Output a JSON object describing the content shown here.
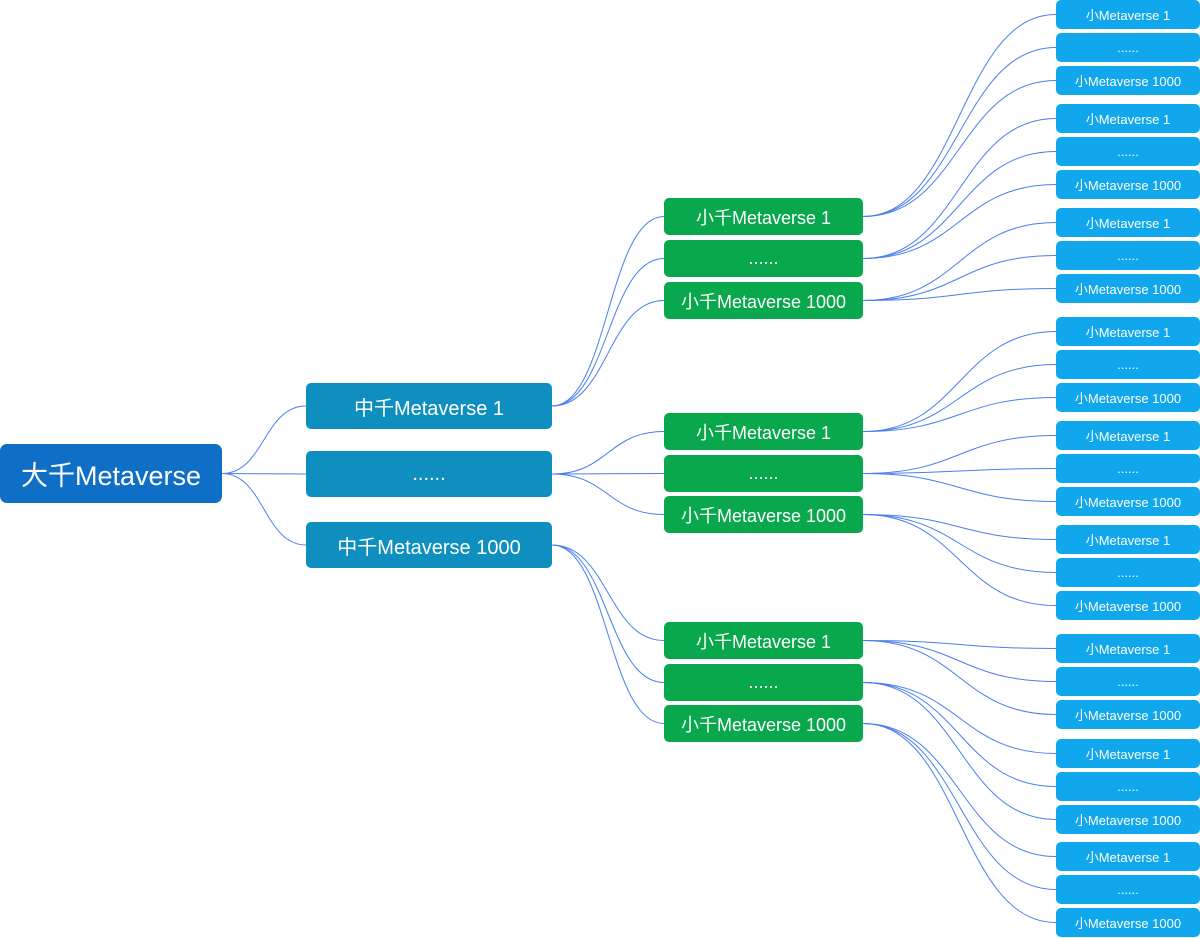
{
  "colors": {
    "root": "#0f6fc6",
    "mid": "#0f8fbf",
    "small": "#0aa84c",
    "leaf": "#10a7ec",
    "link": "#4a7ef0"
  },
  "root": {
    "label": "大千Metaverse"
  },
  "mid": [
    {
      "label": "中千Metaverse 1"
    },
    {
      "label": "......"
    },
    {
      "label": "中千Metaverse 1000"
    }
  ],
  "small": [
    {
      "label": "小千Metaverse 1"
    },
    {
      "label": "......"
    },
    {
      "label": "小千Metaverse 1000"
    }
  ],
  "leaf": [
    {
      "label": "小Metaverse 1"
    },
    {
      "label": "......"
    },
    {
      "label": "小Metaverse 1000"
    }
  ]
}
